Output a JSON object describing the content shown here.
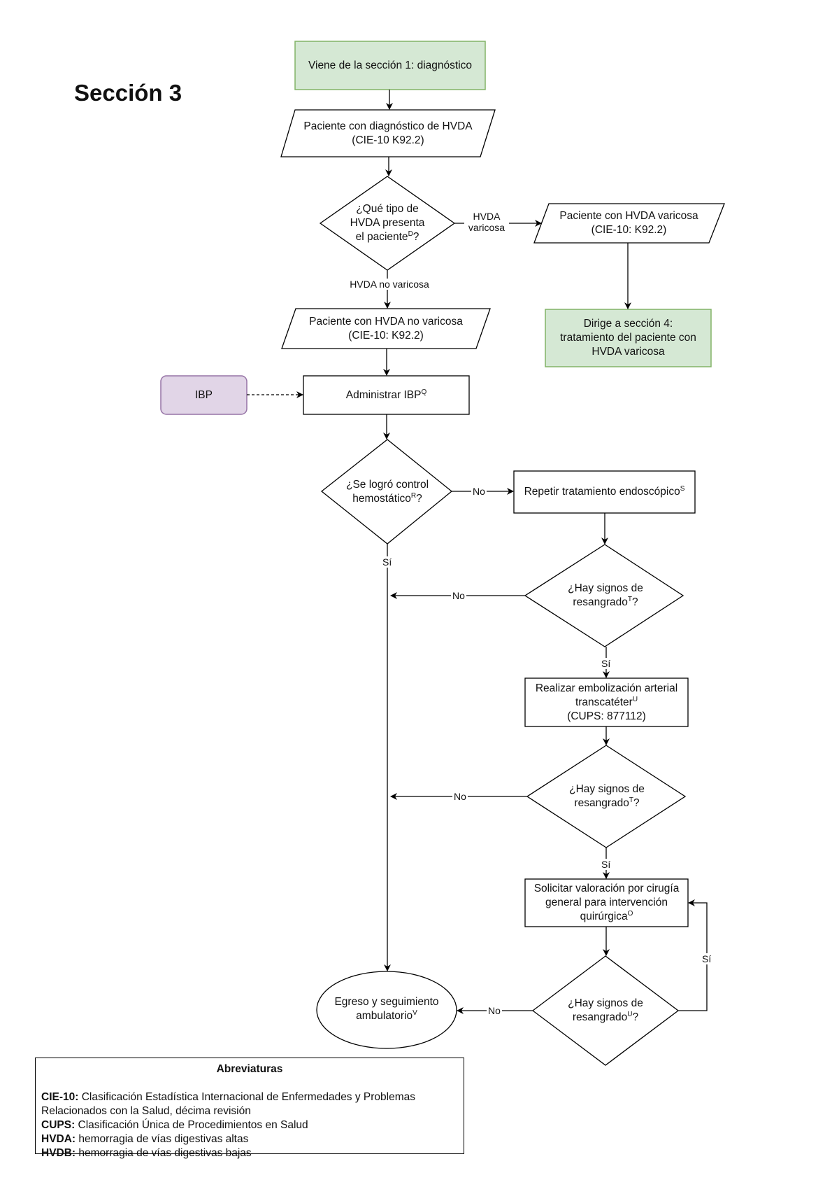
{
  "section_title": "Sección 3",
  "colors": {
    "green_fill": "#d5e8d4",
    "green_stroke": "#82b366",
    "purple_fill": "#e1d5e7",
    "purple_stroke": "#9673a6"
  },
  "nodes": {
    "start": "Viene de la sección 1: diagnóstico",
    "hvda_patient_l1": "Paciente con diagnóstico de HVDA",
    "hvda_patient_l2": "(CIE-10 K92.2)",
    "type_q_l1": "¿Qué tipo de",
    "type_q_l2": "HVDA presenta",
    "type_q_l3": "el paciente",
    "type_q_sup": "D",
    "type_q_end": "?",
    "varicose_l1": "Paciente con HVDA varicosa",
    "varicose_l2": "(CIE-10: K92.2)",
    "section4_l1": "Dirige a sección 4:",
    "section4_l2": "tratamiento del paciente con",
    "section4_l3": "HVDA varicosa",
    "non_varicose_l1": "Paciente con HVDA no varicosa",
    "non_varicose_l2": "(CIE-10: K92.2)",
    "ibp": "IBP",
    "administer": "Administrar IBP",
    "administer_sup": "Q",
    "control_q_l1": "¿Se logró control",
    "control_q_l2": "hemostático",
    "control_q_sup": "R",
    "control_q_end": "?",
    "repeat": "Repetir tratamiento endoscópico",
    "repeat_sup": "S",
    "rebleed1_l1": "¿Hay signos de",
    "rebleed1_l2": "resangrado",
    "rebleed1_sup": "T",
    "rebleed1_end": "?",
    "emboliz_l1": "Realizar embolización arterial",
    "emboliz_l2": "transcatéter",
    "emboliz_sup": "U",
    "emboliz_l3": "(CUPS: 877112)",
    "rebleed2_l1": "¿Hay signos de",
    "rebleed2_l2": "resangrado",
    "rebleed2_sup": "T",
    "rebleed2_end": "?",
    "surgery_l1": "Solicitar valoración por cirugía",
    "surgery_l2": "general para intervención",
    "surgery_l3": "quirúrgica",
    "surgery_sup": "O",
    "rebleed3_l1": "¿Hay signos de",
    "rebleed3_l2": "resangrado",
    "rebleed3_sup": "U",
    "rebleed3_end": "?",
    "egress_l1": "Egreso y seguimiento",
    "egress_l2": "ambulatorio",
    "egress_sup": "V"
  },
  "edge_labels": {
    "hvda_varicosa_l1": "HVDA",
    "hvda_varicosa_l2": "varicosa",
    "hvda_no_varicosa": "HVDA no varicosa",
    "control_no": "No",
    "control_si": "Sí",
    "rebleed1_no": "No",
    "rebleed1_si": "Sí",
    "rebleed2_no": "No",
    "rebleed2_si": "Sí",
    "rebleed3_no": "No",
    "rebleed3_si": "Sí"
  },
  "abbreviations": {
    "title": "Abreviaturas",
    "items": [
      {
        "term": "CIE-10:",
        "def": " Clasificación Estadística Internacional de Enfermedades y Problemas"
      },
      {
        "term": "",
        "def": "Relacionados con la Salud, décima revisión"
      },
      {
        "term": "CUPS:",
        "def": " Clasificación Única de Procedimientos en Salud"
      },
      {
        "term": "HVDA:",
        "def": " hemorragia de vías digestivas altas"
      },
      {
        "term": "HVDB:",
        "def": " hemorragia de vías digestivas bajas"
      }
    ]
  }
}
